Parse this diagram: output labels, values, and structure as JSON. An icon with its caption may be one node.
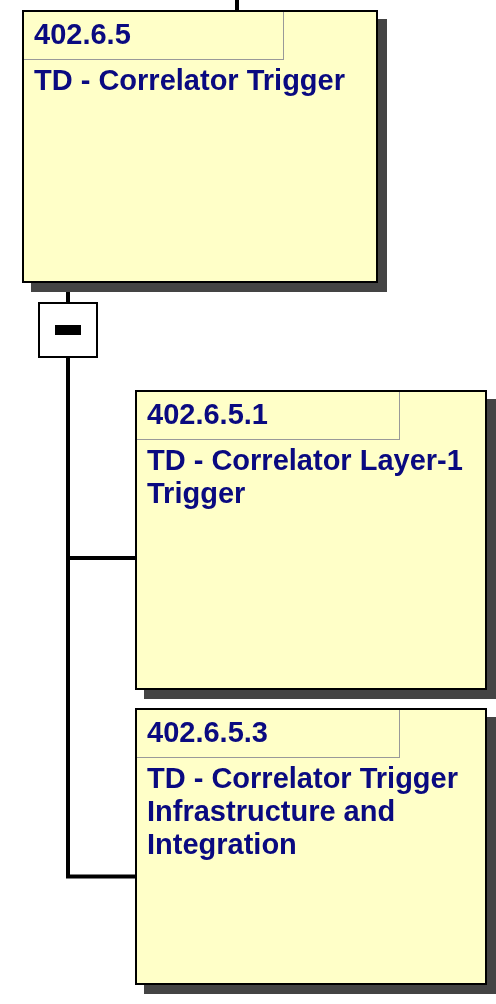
{
  "diagram": {
    "nodes": [
      {
        "text": [
          "402.6.5",
          "TD - Correlator Trigger"
        ]
      },
      {
        "text": [],
        "shape": "box"
      },
      {
        "text": [
          "402.6.5.1",
          "TD - Correlator Layer-1 Trigger"
        ]
      },
      {
        "text": [
          "402.6.5.3",
          "TD - Correlator Trigger Infrastructure and Integration"
        ]
      }
    ],
    "edges": [
      {
        "from": null,
        "to": 0,
        "arrow": "none"
      },
      {
        "from": 0,
        "to": 1,
        "arrow": "none"
      },
      {
        "from": 1,
        "to": 2,
        "arrow": "none"
      },
      {
        "from": 1,
        "to": 3,
        "arrow": "none"
      }
    ]
  }
}
